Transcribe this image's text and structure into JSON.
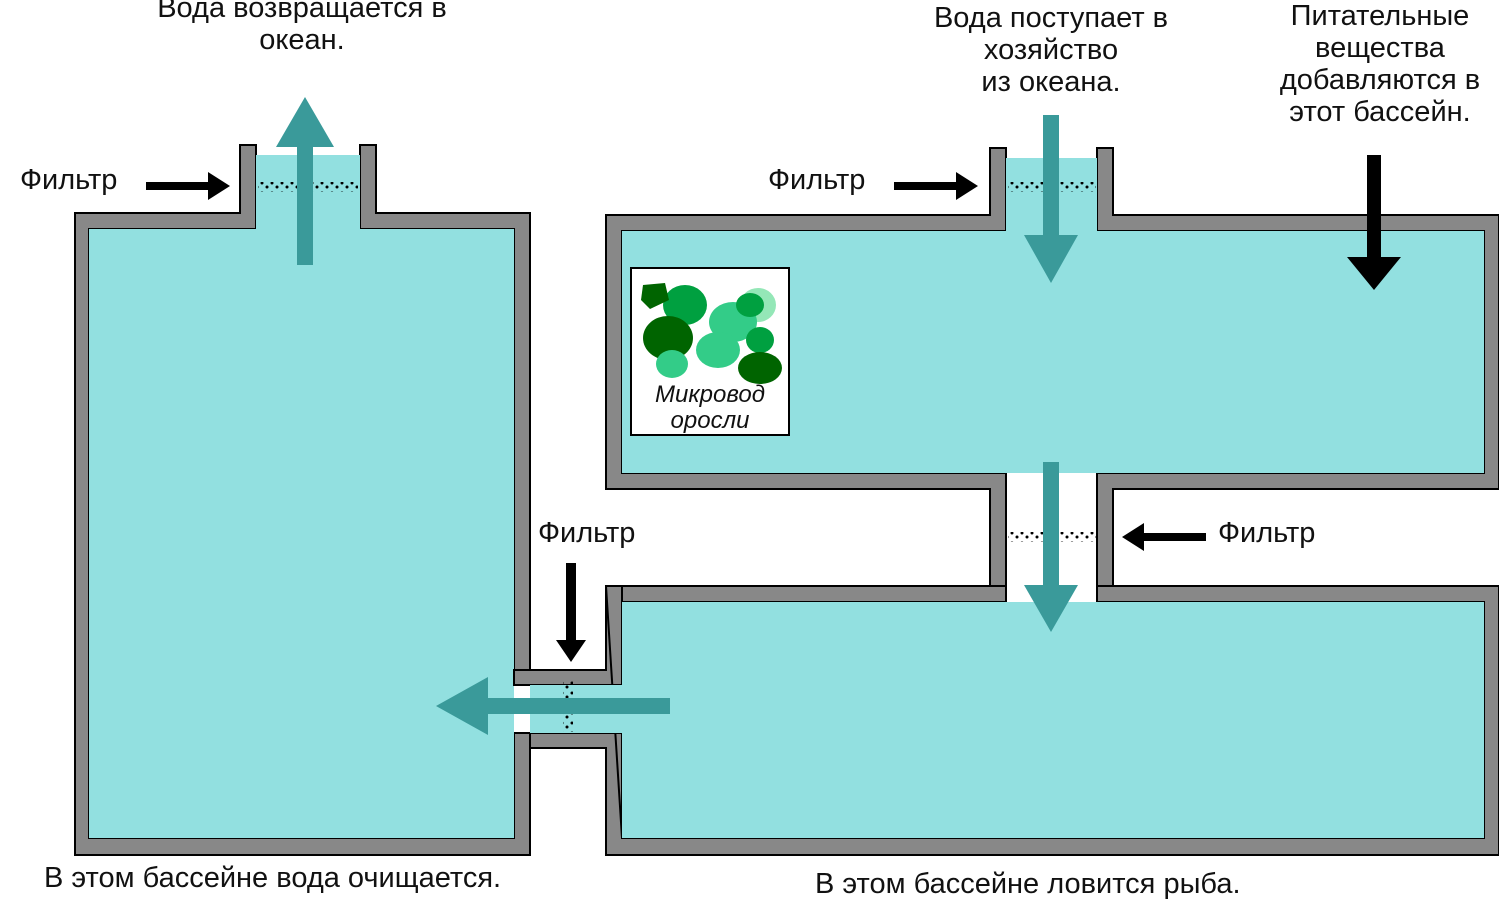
{
  "labels": {
    "water_returns": [
      "Вода возвращается в",
      "океан."
    ],
    "water_enters": [
      "Вода поступает в",
      "хозяйство",
      "из океана."
    ],
    "nutrients": [
      "Питательные",
      "вещества",
      "добавляются в",
      "этот бассейн."
    ],
    "filter_top_left": "Фильтр",
    "filter_top_right": "Фильтр",
    "filter_middle_right": "Фильтр",
    "filter_lower_middle": "Фильтр",
    "algae": [
      "Микровод",
      "оросли"
    ],
    "bottom_left": "В этом бассейне вода очищается.",
    "bottom_right": "В этом бассейне ловится рыба."
  },
  "colors": {
    "water": "#92e0e0",
    "wall_gray": "#888888",
    "wall_outline": "#000000",
    "flow_arrow": "#3a9a9a",
    "black_arrow": "#000000",
    "algae_greens": [
      "#006400",
      "#00a040",
      "#33cc88",
      "#228b22",
      "#66dd99"
    ]
  }
}
